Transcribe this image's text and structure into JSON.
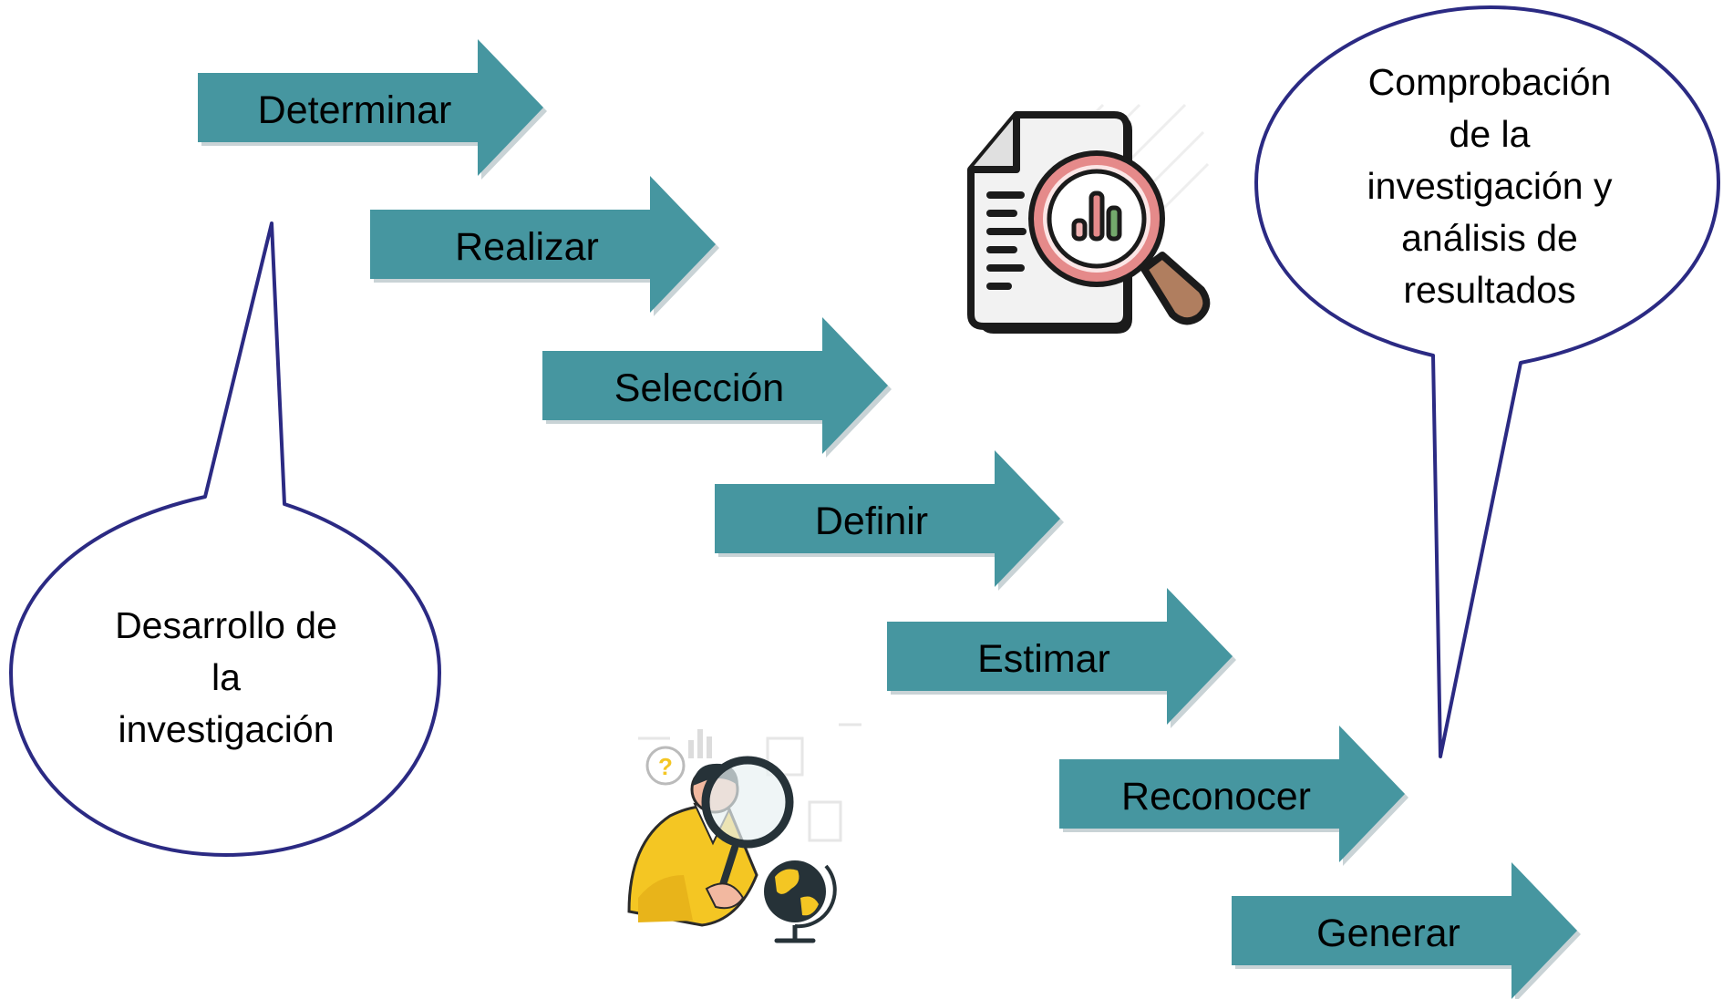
{
  "colors": {
    "arrow_fill": "#4696a0",
    "arrow_shadow": "#c9d3d6",
    "bubble_stroke": "#2b2a83",
    "text": "#000000"
  },
  "arrows": [
    {
      "label": "Determinar"
    },
    {
      "label": "Realizar"
    },
    {
      "label": "Selección"
    },
    {
      "label": "Definir"
    },
    {
      "label": "Estimar"
    },
    {
      "label": "Reconocer"
    },
    {
      "label": "Generar"
    }
  ],
  "bubble_left": {
    "lines": [
      "Desarrollo de",
      "la",
      "investigación"
    ]
  },
  "bubble_right": {
    "lines": [
      "Comprobación",
      "de la",
      "investigación y",
      "análisis de",
      "resultados"
    ]
  },
  "icons": {
    "document": "document-magnifier-chart-icon",
    "person": "person-magnifier-globe-illustration"
  }
}
